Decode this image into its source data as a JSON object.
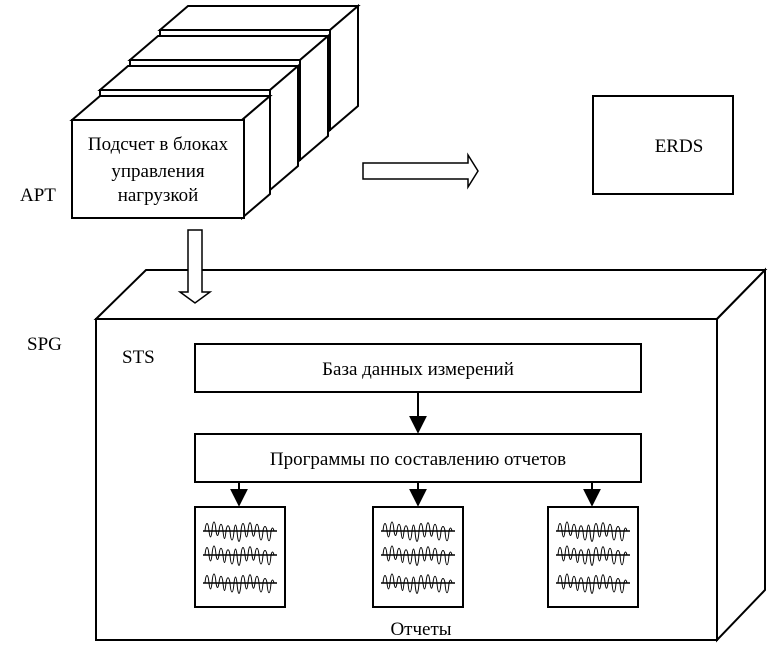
{
  "apt_block": {
    "side_label": "APT",
    "front_text_lines": [
      "Подсчет в блоках",
      "управления",
      "нагрузкой"
    ]
  },
  "erds_box": {
    "label": "ERDS"
  },
  "spg_block": {
    "side_label": "SPG",
    "sts_label": "STS",
    "database_box": {
      "label": "База данных измерений"
    },
    "programs_box": {
      "label": "Программы по составлению отчетов"
    },
    "reports_label": "Отчеты",
    "report_icons": [
      "waveform-report-icon",
      "waveform-report-icon",
      "waveform-report-icon"
    ]
  }
}
